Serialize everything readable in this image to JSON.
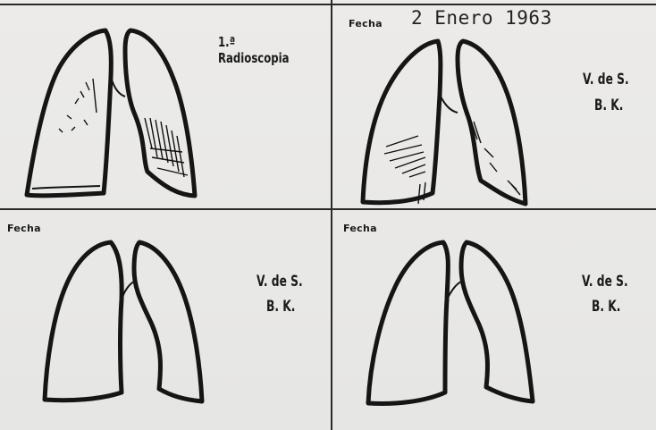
{
  "panels": {
    "top_left": {
      "title": "1.ª Radioscopia"
    },
    "top_right": {
      "fecha_label": "Fecha",
      "date": "2 Enero 1963",
      "vs": "V. de S.",
      "bk": "B. K."
    },
    "bottom_left": {
      "fecha_label": "Fecha",
      "vs": "V. de S.",
      "bk": "B. K."
    },
    "bottom_right": {
      "fecha_label": "Fecha",
      "vs": "V. de S.",
      "bk": "B. K."
    }
  }
}
